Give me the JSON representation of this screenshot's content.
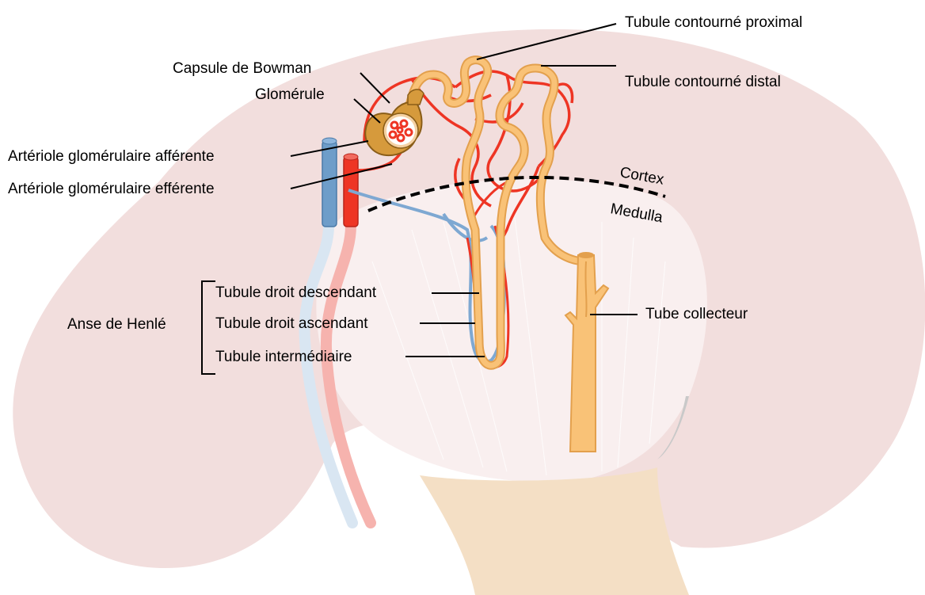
{
  "labels": {
    "tubule_proximal": "Tubule contourné proximal",
    "tubule_distal": "Tubule contourné distal",
    "capsule": "Capsule de Bowman",
    "glomerule": "Glomérule",
    "arteriole_afferente": "Artériole glomérulaire afférente",
    "arteriole_efferente": "Artériole glomérulaire efférente",
    "cortex": "Cortex",
    "medulla": "Medulla",
    "anse": "Anse de Henlé",
    "droit_descendant": "Tubule droit descendant",
    "droit_ascendant": "Tubule droit ascendant",
    "intermediaire": "Tubule intermédiaire",
    "tube_collecteur": "Tube collecteur"
  },
  "colors": {
    "kidney": "#f2dedd",
    "medulla": "#f9efef",
    "pelvis": "#f4dfc5",
    "tubule": "#f9c277",
    "tubule_outline": "#e3a04d",
    "capsule": "#d69a3c",
    "artery": "#ee3524",
    "vein": "#6e9dc9"
  }
}
